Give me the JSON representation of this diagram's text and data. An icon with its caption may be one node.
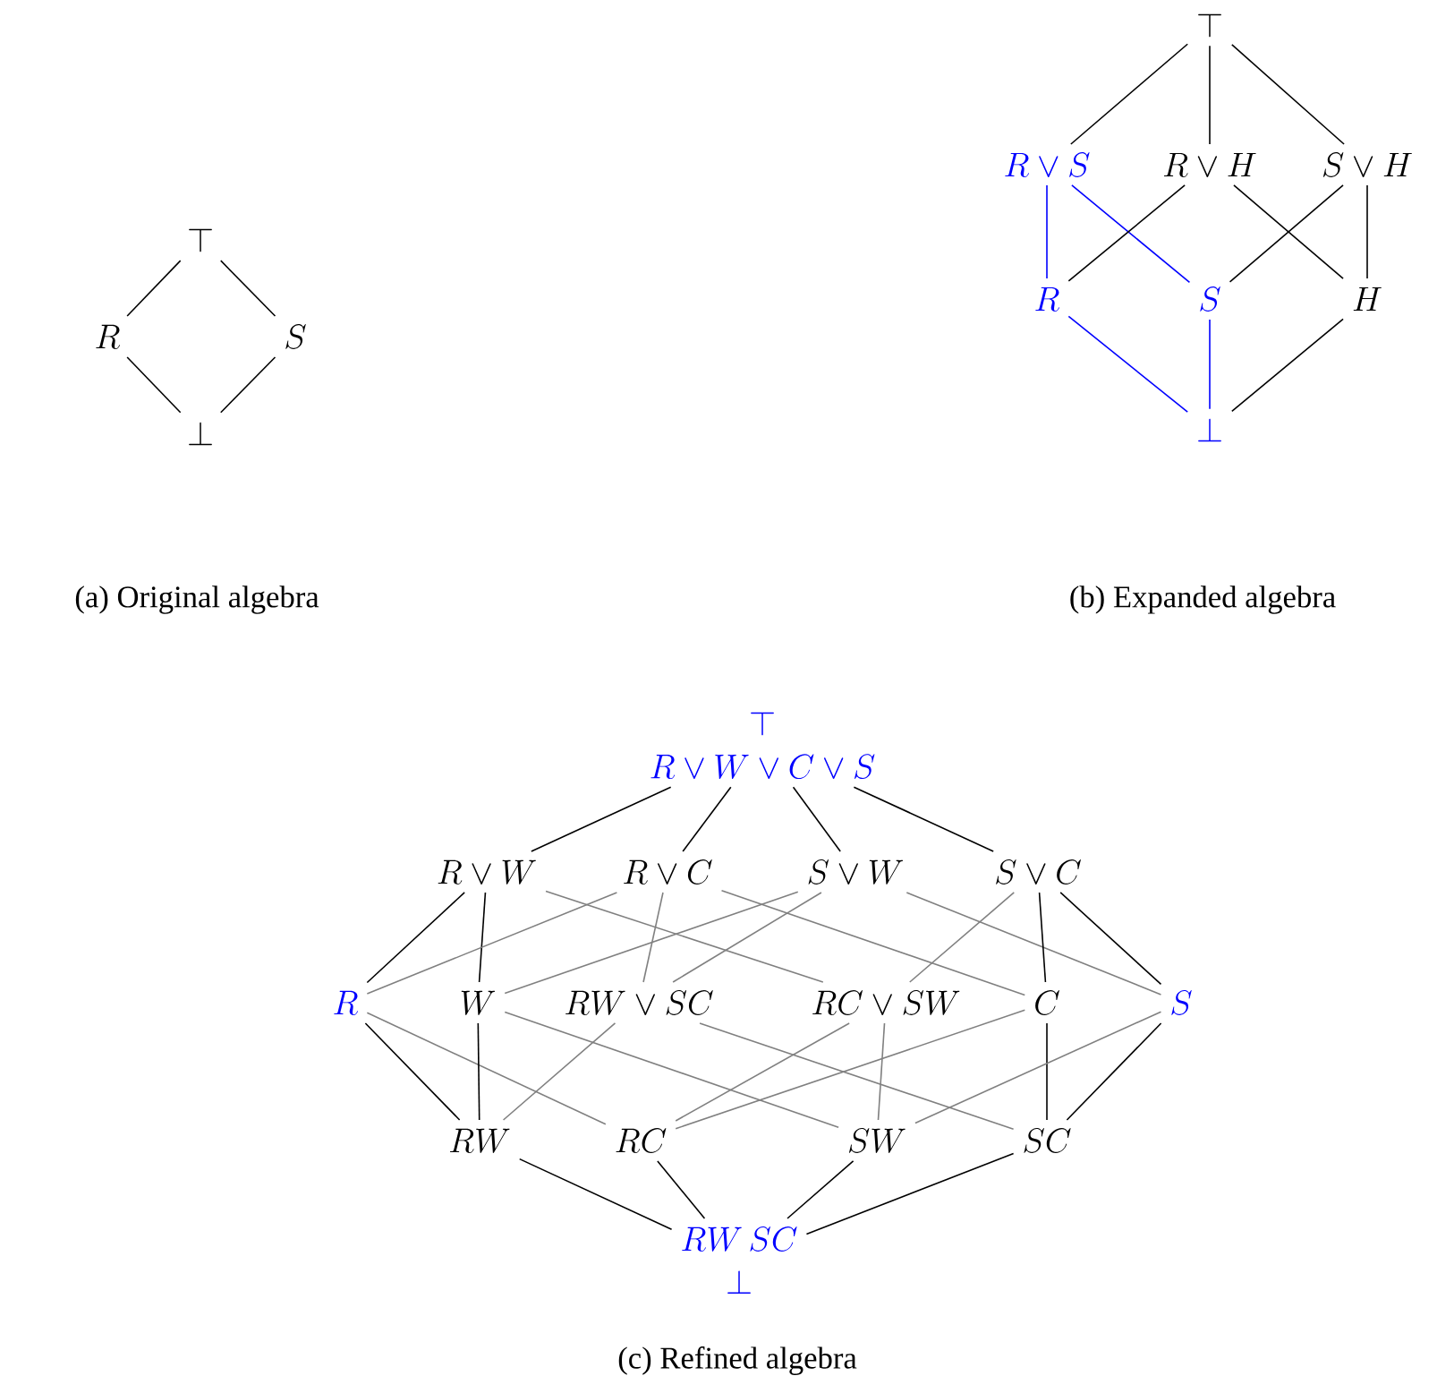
{
  "diagram": {
    "nodes": [
      {
        "text": [
          "\\top"
        ]
      },
      {
        "text": [
          "R"
        ]
      },
      {
        "text": [
          "S"
        ]
      },
      {
        "text": [
          "\\bot"
        ]
      },
      {
        "text": [
          "\\top"
        ]
      },
      {
        "text": [
          "R \\vee S"
        ]
      },
      {
        "text": [
          "R \\vee H"
        ]
      },
      {
        "text": [
          "S \\vee H"
        ]
      },
      {
        "text": [
          "R"
        ]
      },
      {
        "text": [
          "S"
        ]
      },
      {
        "text": [
          "H"
        ]
      },
      {
        "text": [
          "\\bot"
        ]
      },
      {
        "text": [
          "\\top",
          "R \\vee W \\vee C \\vee S"
        ]
      },
      {
        "text": [
          "R \\vee W"
        ]
      },
      {
        "text": [
          "R \\vee C"
        ]
      },
      {
        "text": [
          "S \\vee W"
        ]
      },
      {
        "text": [
          "S \\vee C"
        ]
      },
      {
        "text": [
          "R"
        ]
      },
      {
        "text": [
          "W"
        ]
      },
      {
        "text": [
          "RW \\vee SC"
        ]
      },
      {
        "text": [
          "RC \\vee SW"
        ]
      },
      {
        "text": [
          "C"
        ]
      },
      {
        "text": [
          "S"
        ]
      },
      {
        "text": [
          "RW"
        ]
      },
      {
        "text": [
          "RC"
        ]
      },
      {
        "text": [
          "SW"
        ]
      },
      {
        "text": [
          "SC"
        ]
      },
      {
        "text": [
          "RW\\,SC",
          "\\bot"
        ]
      }
    ],
    "edges": [
      {
        "from": 0,
        "to": 1,
        "arrow": "none"
      },
      {
        "from": 0,
        "to": 2,
        "arrow": "none"
      },
      {
        "from": 1,
        "to": 3,
        "arrow": "none"
      },
      {
        "from": 2,
        "to": 3,
        "arrow": "none"
      },
      {
        "from": 4,
        "to": 5,
        "arrow": "none"
      },
      {
        "from": 4,
        "to": 6,
        "arrow": "none"
      },
      {
        "from": 4,
        "to": 7,
        "arrow": "none"
      },
      {
        "from": 5,
        "to": 8,
        "arrow": "none",
        "color": "#0000ff"
      },
      {
        "from": 5,
        "to": 9,
        "arrow": "none",
        "color": "#0000ff"
      },
      {
        "from": 6,
        "to": 8,
        "arrow": "none"
      },
      {
        "from": 6,
        "to": 10,
        "arrow": "none"
      },
      {
        "from": 7,
        "to": 9,
        "arrow": "none"
      },
      {
        "from": 7,
        "to": 10,
        "arrow": "none"
      },
      {
        "from": 8,
        "to": 11,
        "arrow": "none",
        "color": "#0000ff"
      },
      {
        "from": 9,
        "to": 11,
        "arrow": "none",
        "color": "#0000ff"
      },
      {
        "from": 10,
        "to": 11,
        "arrow": "none"
      },
      {
        "from": 12,
        "to": 13,
        "arrow": "none"
      },
      {
        "from": 12,
        "to": 14,
        "arrow": "none"
      },
      {
        "from": 12,
        "to": 15,
        "arrow": "none"
      },
      {
        "from": 12,
        "to": 16,
        "arrow": "none"
      },
      {
        "from": 13,
        "to": 17,
        "arrow": "none"
      },
      {
        "from": 13,
        "to": 18,
        "arrow": "none"
      },
      {
        "from": 13,
        "to": 20,
        "arrow": "none",
        "color": "#808080"
      },
      {
        "from": 14,
        "to": 17,
        "arrow": "none",
        "color": "#808080"
      },
      {
        "from": 14,
        "to": 19,
        "arrow": "none",
        "color": "#808080"
      },
      {
        "from": 14,
        "to": 21,
        "arrow": "none",
        "color": "#808080"
      },
      {
        "from": 15,
        "to": 18,
        "arrow": "none",
        "color": "#808080"
      },
      {
        "from": 15,
        "to": 19,
        "arrow": "none",
        "color": "#808080"
      },
      {
        "from": 15,
        "to": 22,
        "arrow": "none",
        "color": "#808080"
      },
      {
        "from": 16,
        "to": 20,
        "arrow": "none",
        "color": "#808080"
      },
      {
        "from": 16,
        "to": 21,
        "arrow": "none"
      },
      {
        "from": 16,
        "to": 22,
        "arrow": "none"
      },
      {
        "from": 17,
        "to": 23,
        "arrow": "none"
      },
      {
        "from": 17,
        "to": 24,
        "arrow": "none",
        "color": "#808080"
      },
      {
        "from": 18,
        "to": 23,
        "arrow": "none"
      },
      {
        "from": 18,
        "to": 25,
        "arrow": "none",
        "color": "#808080"
      },
      {
        "from": 19,
        "to": 23,
        "arrow": "none",
        "color": "#808080"
      },
      {
        "from": 19,
        "to": 26,
        "arrow": "none",
        "color": "#808080"
      },
      {
        "from": 20,
        "to": 24,
        "arrow": "none",
        "color": "#808080"
      },
      {
        "from": 20,
        "to": 25,
        "arrow": "none",
        "color": "#808080"
      },
      {
        "from": 21,
        "to": 24,
        "arrow": "none",
        "color": "#808080"
      },
      {
        "from": 21,
        "to": 26,
        "arrow": "none"
      },
      {
        "from": 22,
        "to": 25,
        "arrow": "none",
        "color": "#808080"
      },
      {
        "from": 22,
        "to": 26,
        "arrow": "none"
      },
      {
        "from": 23,
        "to": 27,
        "arrow": "none"
      },
      {
        "from": 24,
        "to": 27,
        "arrow": "none"
      },
      {
        "from": 25,
        "to": 27,
        "arrow": "none"
      },
      {
        "from": 26,
        "to": 27,
        "arrow": "none"
      }
    ],
    "labels": [
      "(a) Original algebra",
      "(b) Expanded algebra",
      "(c) Refined algebra"
    ]
  }
}
